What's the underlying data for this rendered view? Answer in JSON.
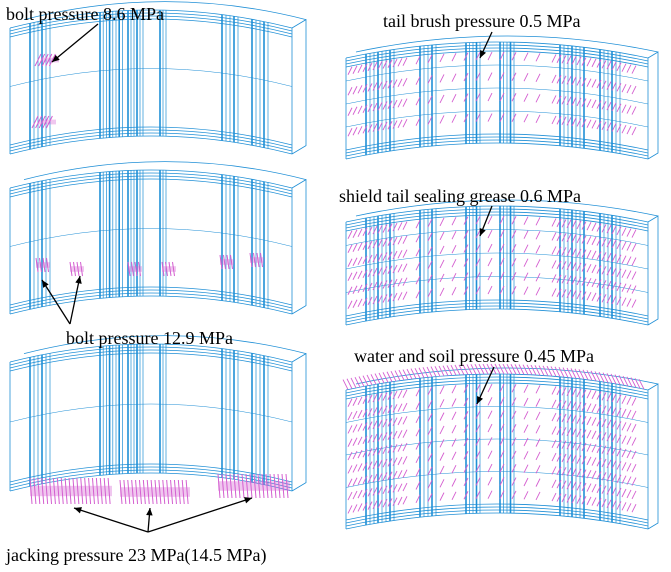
{
  "labels": {
    "bolt_top": "bolt pressure 8.6 MPa",
    "bolt_mid": "bolt pressure 12.9 MPa",
    "jacking": "jacking pressure 23 MPa(14.5 MPa)",
    "tail_brush": "tail brush pressure 0.5 MPa",
    "grease": "shield tail sealing grease 0.6 MPa",
    "water_soil": "water and soil pressure 0.45 MPa"
  },
  "colors": {
    "mesh": "#1f8fd6",
    "load": "#d45fd0",
    "text": "#000000"
  }
}
